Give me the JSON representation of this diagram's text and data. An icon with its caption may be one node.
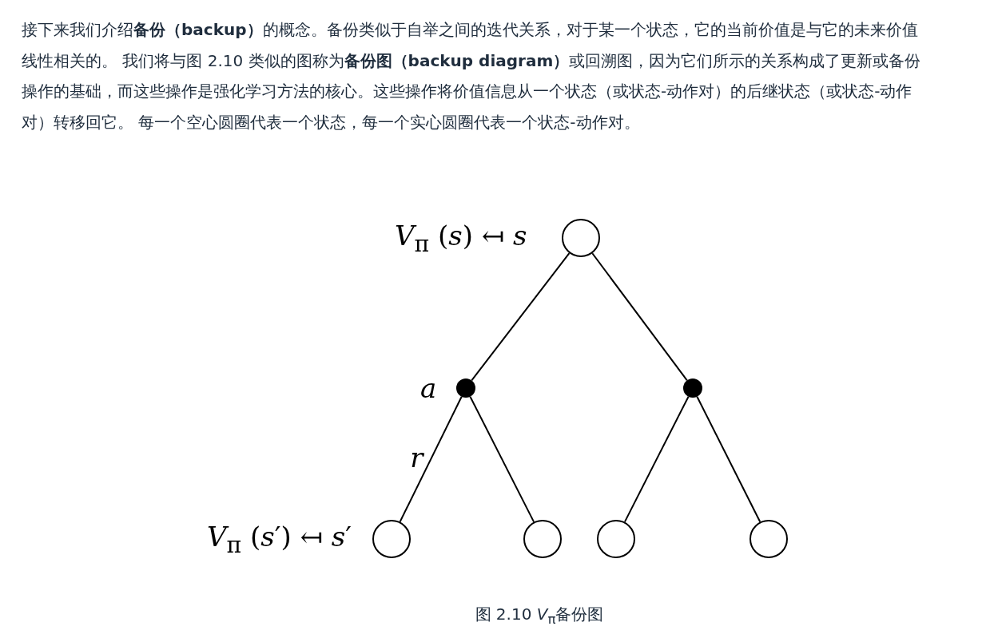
{
  "diagram": {
    "caption": "图 2.10 *V*$_{π}$备份图",
    "nodes": [
      {
        "text": [],
        "shape": "circle",
        "beside": [
          "*V*$_{π}$ (*s*) ↤ *s*"
        ]
      },
      {
        "text": [],
        "shape": "circle",
        "beside": [
          "*a*"
        ]
      },
      {
        "text": [],
        "shape": "circle"
      },
      {
        "text": [],
        "shape": "circle",
        "beside": [
          "*V*$_{π}$ (*s*′) ↤ *s*′"
        ]
      },
      {
        "text": [],
        "shape": "circle"
      },
      {
        "text": [],
        "shape": "circle"
      },
      {
        "text": [],
        "shape": "circle"
      }
    ],
    "edges": [
      {
        "from": 0,
        "to": 1,
        "arrow": "none"
      },
      {
        "from": 0,
        "to": 2,
        "arrow": "none"
      },
      {
        "from": 1,
        "to": 3,
        "arrow": "none",
        "label": "*r*"
      },
      {
        "from": 1,
        "to": 4,
        "arrow": "none"
      },
      {
        "from": 2,
        "to": 5,
        "arrow": "none"
      },
      {
        "from": 2,
        "to": 6,
        "arrow": "none"
      }
    ],
    "labels": [
      "接下来我们介绍**备份（backup）**的概念。备份类似于自举之间的迭代关系，对于某一个状态，它的当前价值是与它的未来价值线性相关的。 我们将与图 2.10 类似的图称为**备份图（backup diagram）**或回溯图，因为它们所示的关系构成了更新或备份操作的基础，而这些操作是强化学习方法的核心。这些操作将价值信息从一个状态（或状态-动作对）的后继状态（或状态-动作对）转移回它。 每一个空心圆圈代表一个状态，每一个实心圆圈代表一个状态-动作对。"
    ]
  }
}
